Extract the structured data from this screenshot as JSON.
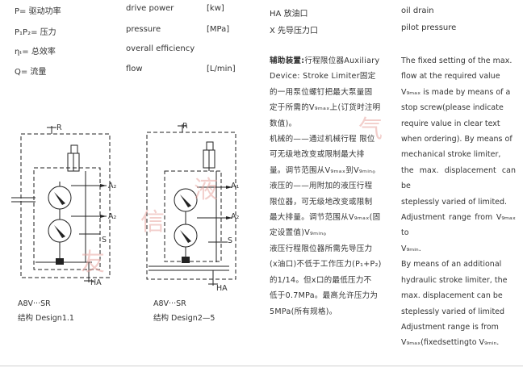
{
  "symbols": [
    {
      "sym": "P= 驱动功率",
      "en": "drive power",
      "unit": "[kw]"
    },
    {
      "sym": "P₁P₂= 压力",
      "en": "pressure",
      "unit": "[MPa]"
    },
    {
      "sym": "ηₜ= 总效率",
      "en": "overall efficiency",
      "unit": ""
    },
    {
      "sym": "Q= 流量",
      "en": "flow",
      "unit": "[L/min]"
    }
  ],
  "ports": [
    {
      "code": "HA",
      "cn": "放油口",
      "en": "oil drain"
    },
    {
      "code": "X",
      "cn": "先导压力口",
      "en": "pilot pressure"
    }
  ],
  "notes_cn": {
    "heading": "辅助装置:",
    "lines": [
      "行程限位器Auxiliary",
      "Device: Stroke Limiter固定",
      "的一用泵位螺钉把最大泵量固",
      "定于所需的V₉ₘₐₓ上(订货时注明",
      "数值)。",
      "机械的——通过机械行程 限位",
      "可无级地改变或限制最大排",
      "量。调节范围从V₉ₘₐₓ到V₉ₘᵢₙ。",
      "液压的——用附加的液压行程",
      "限位器，可无级地改变或限制",
      "最大排量。调节范围从V₉ₘₐₓ(固",
      "定设置值)V₉ₘᵢₙ。",
      "液压行程限位器所需先导压力",
      "(x油口)不低于工作压力(P₁+P₂)",
      "的1/14。但x口的最低压力不",
      "低于0.7MPa。最高允许压力为",
      "5MPa(所有规格)。"
    ]
  },
  "notes_en": {
    "lines": [
      "The fixed setting of the max.",
      "flow at the required value",
      "V₉ₘₐₓ is made by means of a",
      "stop screw(please indicate",
      "require value in clear text",
      "when ordering). By means of",
      "mechanical stroke limiter,",
      "the max. displacement can be",
      "steplessly varied of limited.",
      "Adjustment range from V₉ₘₐₓ to",
      "V₉ₘᵢₙ.",
      "By means of an additional",
      "hydraulic stroke limiter, the",
      "max. displacement can be",
      "steplessly varied of limited",
      "Adjustment range is from",
      "V₉ₘₐₓ(fixedsettingto V₉ₘᵢₙ."
    ]
  },
  "diagrams": [
    {
      "model": "A8V···SR",
      "caption": "结构 Design1.1",
      "labels": {
        "r": "R",
        "a2": "A₂",
        "a2b": "A₂",
        "s": "S",
        "ha": "HA"
      }
    },
    {
      "model": "A8V···SR",
      "caption": "结构 Design2—5",
      "labels": {
        "r": "R",
        "a1": "A₁",
        "a2": "A₂",
        "s": "S",
        "ha": "HA"
      }
    }
  ],
  "watermark": [
    "友",
    "信",
    "液",
    "气"
  ],
  "colors": {
    "text": "#333333",
    "watermark": "#e8a7a2",
    "line": "#222222"
  }
}
